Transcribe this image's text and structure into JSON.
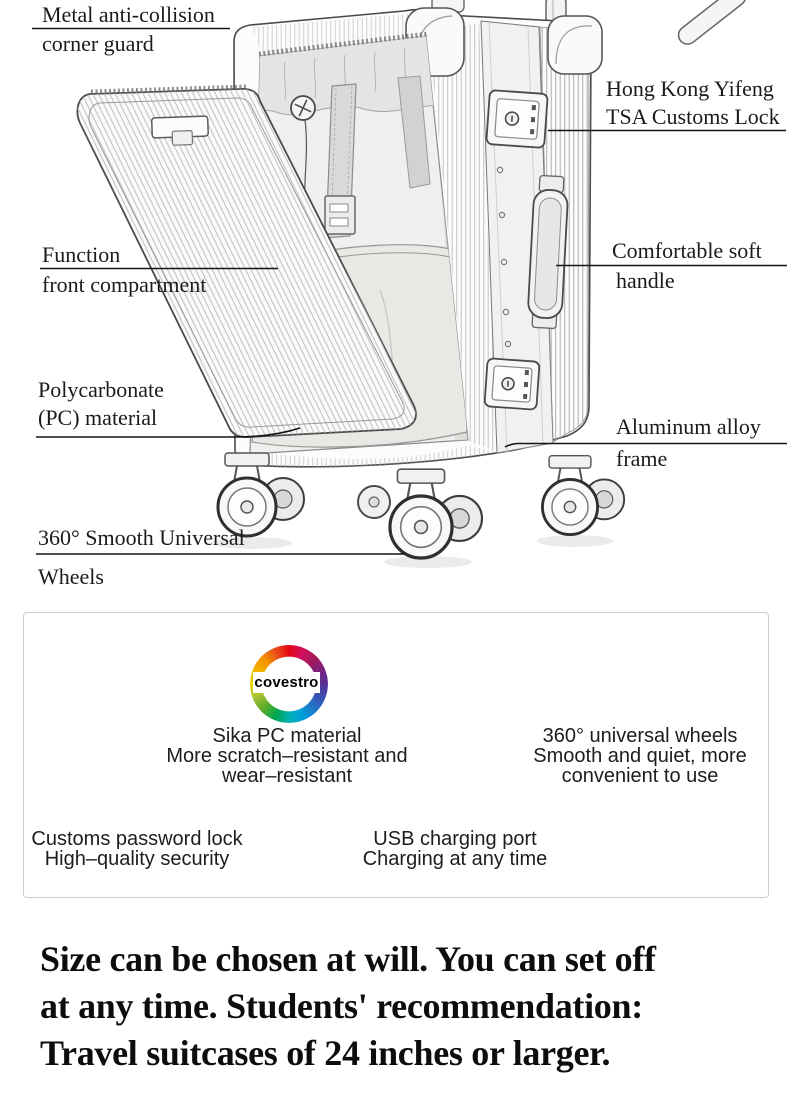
{
  "diagram": {
    "labels": {
      "corner_guard_1": "Metal anti-collision",
      "corner_guard_2": "corner guard",
      "tsa_1": "Hong Kong Yifeng",
      "tsa_2": "TSA Customs Lock",
      "front_comp_1": "Function",
      "front_comp_2": "front compartment",
      "soft_handle_1": "Comfortable soft",
      "soft_handle_2": "handle",
      "pc_material_1": "Polycarbonate",
      "pc_material_2": "(PC) material",
      "frame_1": "Aluminum alloy",
      "frame_2": "frame",
      "wheels_1": "360° Smooth Universal",
      "wheels_2": "Wheels"
    }
  },
  "features": {
    "pc": {
      "logo_text": "covestro",
      "line1": "Sika PC material",
      "line2": "More scratch–resistant and",
      "line3": "wear–resistant"
    },
    "wheels": {
      "line1": "360° universal wheels",
      "line2": "Smooth and quiet, more",
      "line3": "convenient to use"
    },
    "lock": {
      "trademark": "®",
      "line1": "Customs password lock",
      "line2": "High–quality security"
    },
    "usb": {
      "line1": "USB charging port",
      "line2": "Charging at any time"
    }
  },
  "headline": {
    "line1": "Size can be chosen at will. You can set off",
    "line2": "at any time. Students' recommendation:",
    "line3": "Travel suitcases of 24 inches or larger."
  },
  "colors": {
    "battery_green": "#2dbd2d",
    "lock_logo_red": "#c8102e",
    "feature_box_border": "#cccccc",
    "label_text": "#1b1b1b"
  },
  "icons": {
    "covestro_logo": "rainbow-gradient-ring",
    "lock_logo": "red-3d-diamond",
    "usb_icon": "green-battery",
    "wheel_icon": "caster-wheel-line-art",
    "mute_icon": "muted-speaker"
  }
}
